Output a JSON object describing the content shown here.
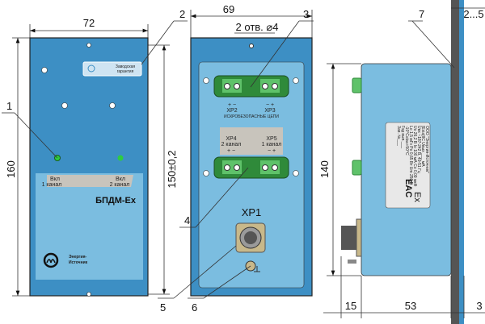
{
  "front_view": {
    "width_dim": "72",
    "height_dim": "160",
    "mount_dim": "150±0,2",
    "led1_label_top": "Вкл",
    "led1_label_bottom": "1 канал",
    "led2_label_top": "Вкл",
    "led2_label_bottom": "2 канал",
    "product_name": "БПДМ-Ex",
    "logo_text_1": "Энергия-",
    "logo_text_2": "Источник",
    "plate_text_1": "Заводская",
    "plate_text_2": "гарантия"
  },
  "back_view": {
    "width_dim": "69",
    "holes_note": "2 отв. ⌀4",
    "xp2": "XP2",
    "xp3": "XP3",
    "xp2_polarity": "+  −",
    "xp3_polarity": "−  +",
    "intrinsic_safe": "ИСКРОБЕЗОПАСНЫЕ ЦЕПИ",
    "xp4": "XP4",
    "xp4_channel": "2 канал",
    "xp4_polarity": "+  −",
    "xp5": "XP5",
    "xp5_channel": "1 канал",
    "xp5_polarity": "−  +",
    "xp1": "XP1"
  },
  "side_view": {
    "height_dim": "140",
    "panel_dim": "2...5",
    "dim_left": "15",
    "dim_depth": "53",
    "dim_right": "3",
    "nameplate_lines": [
      "ООО \"Энергия-Источник\"",
      "[Exia]IIC Uвых ___ мА",
      "Uвх ~187-242 В, 49-51 Гц",
      "Uo 26,2 В  Io 100 мА  Co 0,09 мкФ",
      "Lo 1,5 мГн  Po 0,65 Вт  Um 250 В",
      "-10°C≤ta≤+50°C",
      "Год вып.___",
      "Зав. №___"
    ],
    "eac_mark": "EAC",
    "ex_mark": "Ex"
  },
  "callouts": [
    "1",
    "2",
    "3",
    "4",
    "5",
    "6",
    "7"
  ],
  "colors": {
    "panel_blue": "#3d8fc4",
    "light_blue": "#7bbde0",
    "terminal_green": "#2f8a3a",
    "led_green": "#2ecc40",
    "panel_dark": "#555555"
  }
}
